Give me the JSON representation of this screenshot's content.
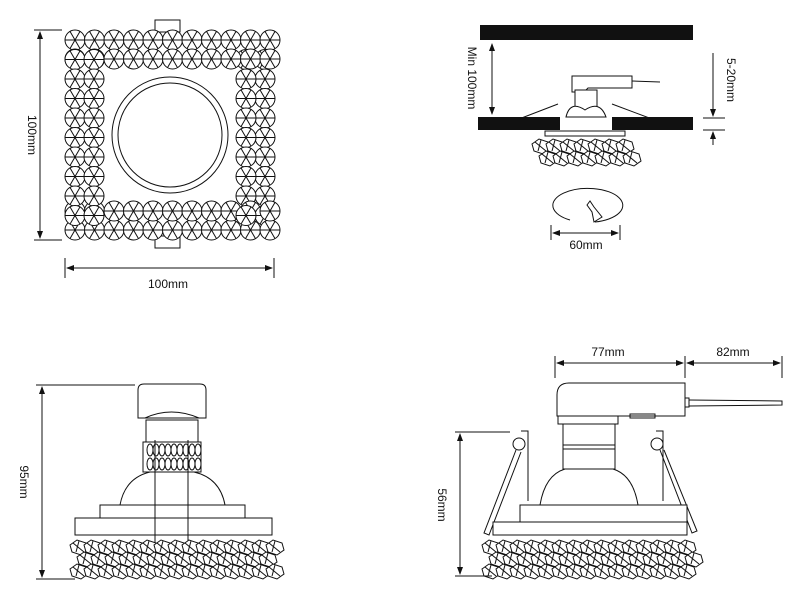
{
  "views": {
    "top": {
      "width_label": "100mm",
      "height_label": "100mm"
    },
    "installation": {
      "ceiling_gap_label": "Min 100mm",
      "ceiling_thickness_label": "5-20mm",
      "cutout_label": "60mm"
    },
    "front": {
      "height_label": "95mm"
    },
    "side": {
      "height_label": "56mm",
      "body_length_label": "77mm",
      "cable_length_label": "82mm"
    }
  },
  "colors": {
    "line": "#111111",
    "background": "#ffffff"
  }
}
